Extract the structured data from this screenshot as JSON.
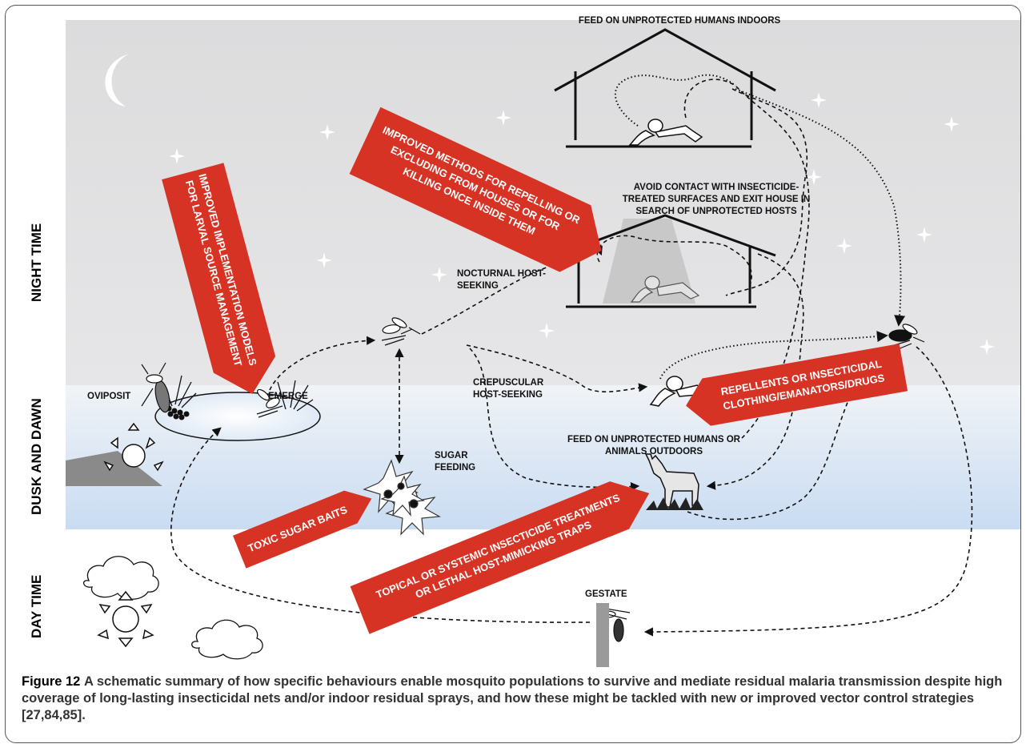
{
  "bands": {
    "night": "NIGHT TIME",
    "dusk_dawn": "DUSK AND DAWN",
    "day": "DAY TIME"
  },
  "labels": {
    "feed_indoors": "FEED ON UNPROTECTED HUMANS INDOORS",
    "avoid_line1": "AVOID CONTACT WITH INSECTICIDE-",
    "avoid_line2": "TREATED SURFACES AND EXIT HOUSE IN",
    "avoid_line3": "SEARCH OF UNPROTECTED HOSTS",
    "nocturnal_line1": "NOCTURNAL HOST-",
    "nocturnal_line2": "SEEKING",
    "crepuscular_line1": "CREPUSCULAR",
    "crepuscular_line2": "HOST-SEEKING",
    "oviposit": "OVIPOSIT",
    "emerge": "EMERGE",
    "sugar_line1": "SUGAR",
    "sugar_line2": "FEEDING",
    "feed_out_line1": "FEED ON UNPROTECTED HUMANS OR",
    "feed_out_line2": "ANIMALS OUTDOORS",
    "gestate": "GESTATE"
  },
  "interventions": {
    "larval_line1": "IMPROVED IMPLEMENTATION MODELS",
    "larval_line2": "FOR LARVAL SOURCE MANAGEMENT",
    "houses_line1": "IMPROVED METHODS FOR REPELLING OR",
    "houses_line2": "EXCLUDING FROM HOUSES OR FOR",
    "houses_line3": "KILLING ONCE INSIDE THEM",
    "repellents_line1": "REPELLENTS OR INSECTICIDAL",
    "repellents_line2": "CLOTHING/EMANATORS/DRUGS",
    "sugar_baits": "TOXIC SUGAR BAITS",
    "topical_line1": "TOPICAL OR SYSTEMIC INSECTICIDE TREATMENTS",
    "topical_line2": "OR LETHAL HOST-MIMICKING TRAPS"
  },
  "caption": {
    "label": "Figure 12",
    "text": "A schematic summary of how specific behaviours enable mosquito populations to survive and mediate residual malaria transmission despite high coverage of long-lasting insecticidal nets and/or indoor residual sprays, and how these might be tackled with new or improved vector control strategies [27,84,85]."
  },
  "colors": {
    "night_sky": "#dedfe0",
    "dusk_top": "#eef2f7",
    "dusk_bottom": "#cfe0f3",
    "intervention_red": "#d63324",
    "hill": "#8a8a8a"
  }
}
